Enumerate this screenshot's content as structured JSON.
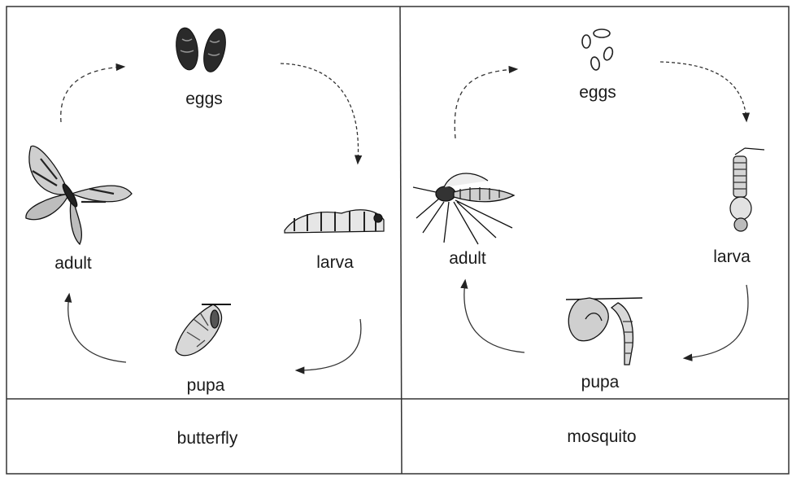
{
  "panels": [
    {
      "name": "butterfly",
      "stages": {
        "eggs": "eggs",
        "larva": "larva",
        "pupa": "pupa",
        "adult": "adult"
      }
    },
    {
      "name": "mosquito",
      "stages": {
        "eggs": "eggs",
        "larva": "larva",
        "pupa": "pupa",
        "adult": "adult"
      }
    }
  ]
}
